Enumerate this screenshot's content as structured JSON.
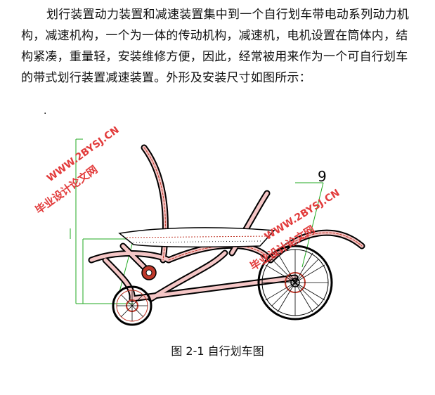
{
  "document": {
    "paragraph": "划行装置动力装置和减速装置集中到一个自行划车带电动系列动力机构，减速机构，一个为一体的传动机构，减速机，电机设置在筒体内，结构紧凑，重量轻，安装维修方便，因此，经常被用来作为一个可自行划车的带式划行装置减速装置。外形及安装尺寸如图所示：",
    "stray_dot": ".",
    "figure_label_number": "9",
    "caption": "图 2-1  自行划车图"
  },
  "watermarks": [
    {
      "line1": "毕业设计论文网",
      "line2": "WWW.2BYSJ.CN"
    },
    {
      "line1": "毕业设计论文网",
      "line2": "WWW.2BYSJ.CN"
    }
  ],
  "colors": {
    "frame_red": "#c0392b",
    "dimension_green": "#22aa22",
    "watermark_red": "#e23b3b"
  }
}
